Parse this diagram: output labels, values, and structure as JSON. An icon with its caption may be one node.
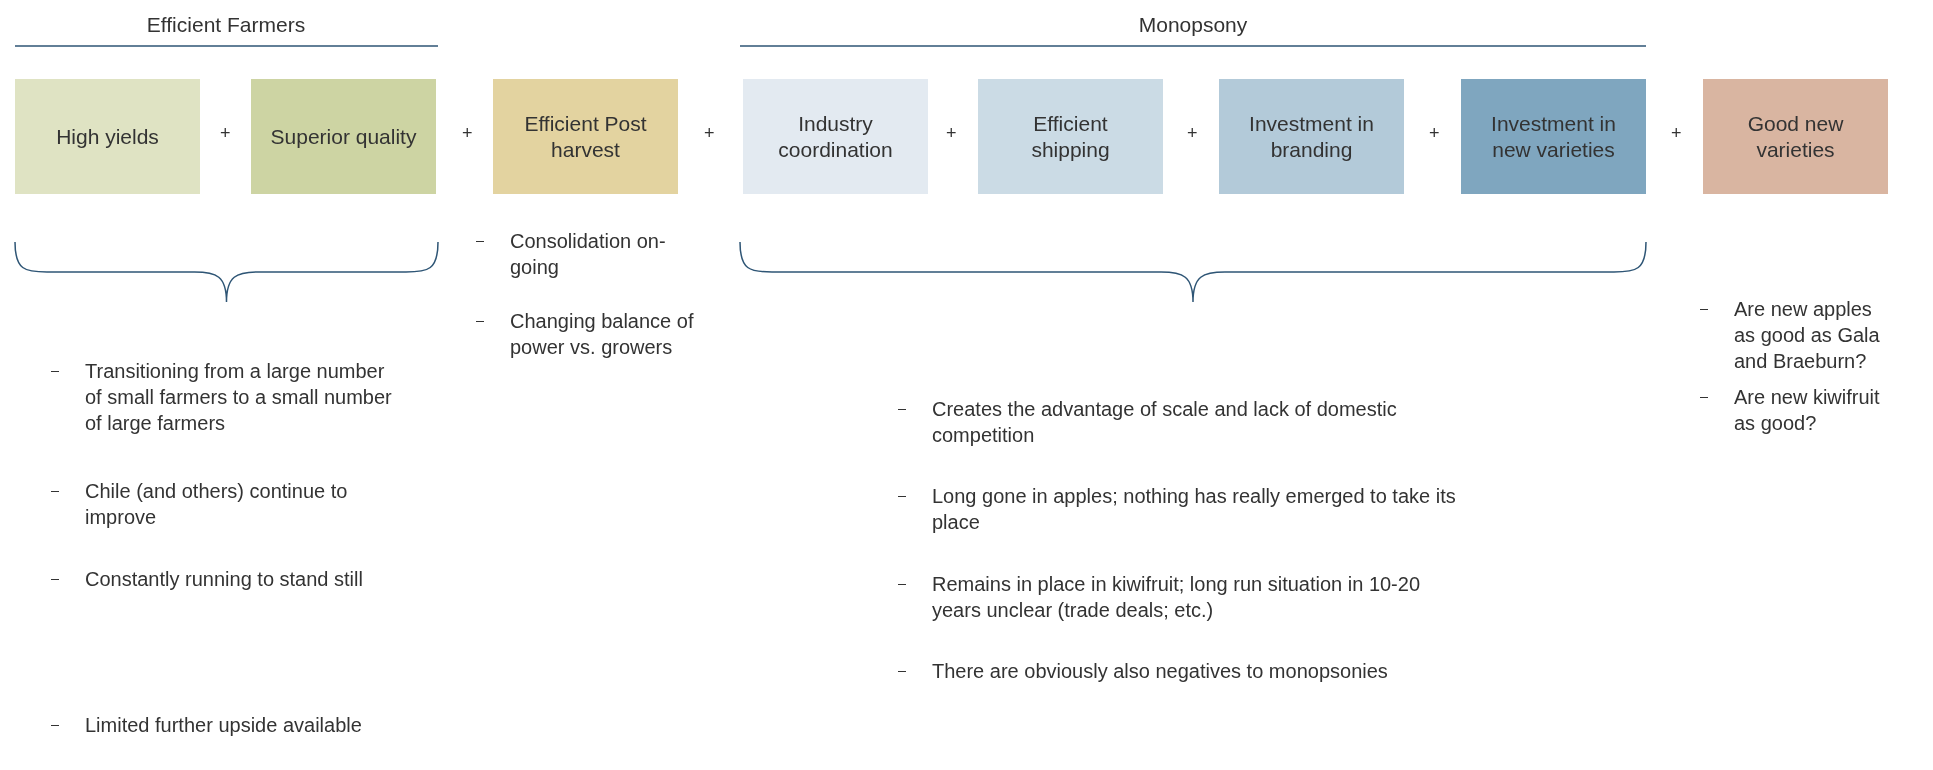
{
  "diagram": {
    "nodes": [
      {
        "text": [
          "High yields"
        ]
      },
      {
        "text": [
          "Superior quality"
        ]
      },
      {
        "text": [
          "Efficient Post harvest"
        ]
      },
      {
        "text": [
          "Industry coordination"
        ]
      },
      {
        "text": [
          "Efficient shipping"
        ]
      },
      {
        "text": [
          "Investment in branding"
        ]
      },
      {
        "text": [
          "Investment in new varieties"
        ]
      },
      {
        "text": [
          "Good new varieties"
        ]
      }
    ],
    "labels": [
      "Efficient Farmers",
      "Monopsony",
      "+",
      "+",
      "+",
      "+",
      "+",
      "+",
      "+",
      "Transitioning from a large number of small farmers to a small number of large farmers",
      "Chile (and others) continue to improve",
      "Constantly running to stand still",
      "Limited further upside available",
      "Consolidation on-going",
      "Changing balance of power vs. growers",
      "Creates the advantage of scale and lack of domestic competition",
      "Long gone in apples; nothing has really emerged to take its place",
      "Remains in place in kiwifruit; long run situation in 10-20 years unclear (trade deals; etc.)",
      "There are obviously also negatives to monopsonies",
      "Are new apples as good as Gala and Braeburn?",
      "Are new kiwifruit as good?"
    ]
  }
}
